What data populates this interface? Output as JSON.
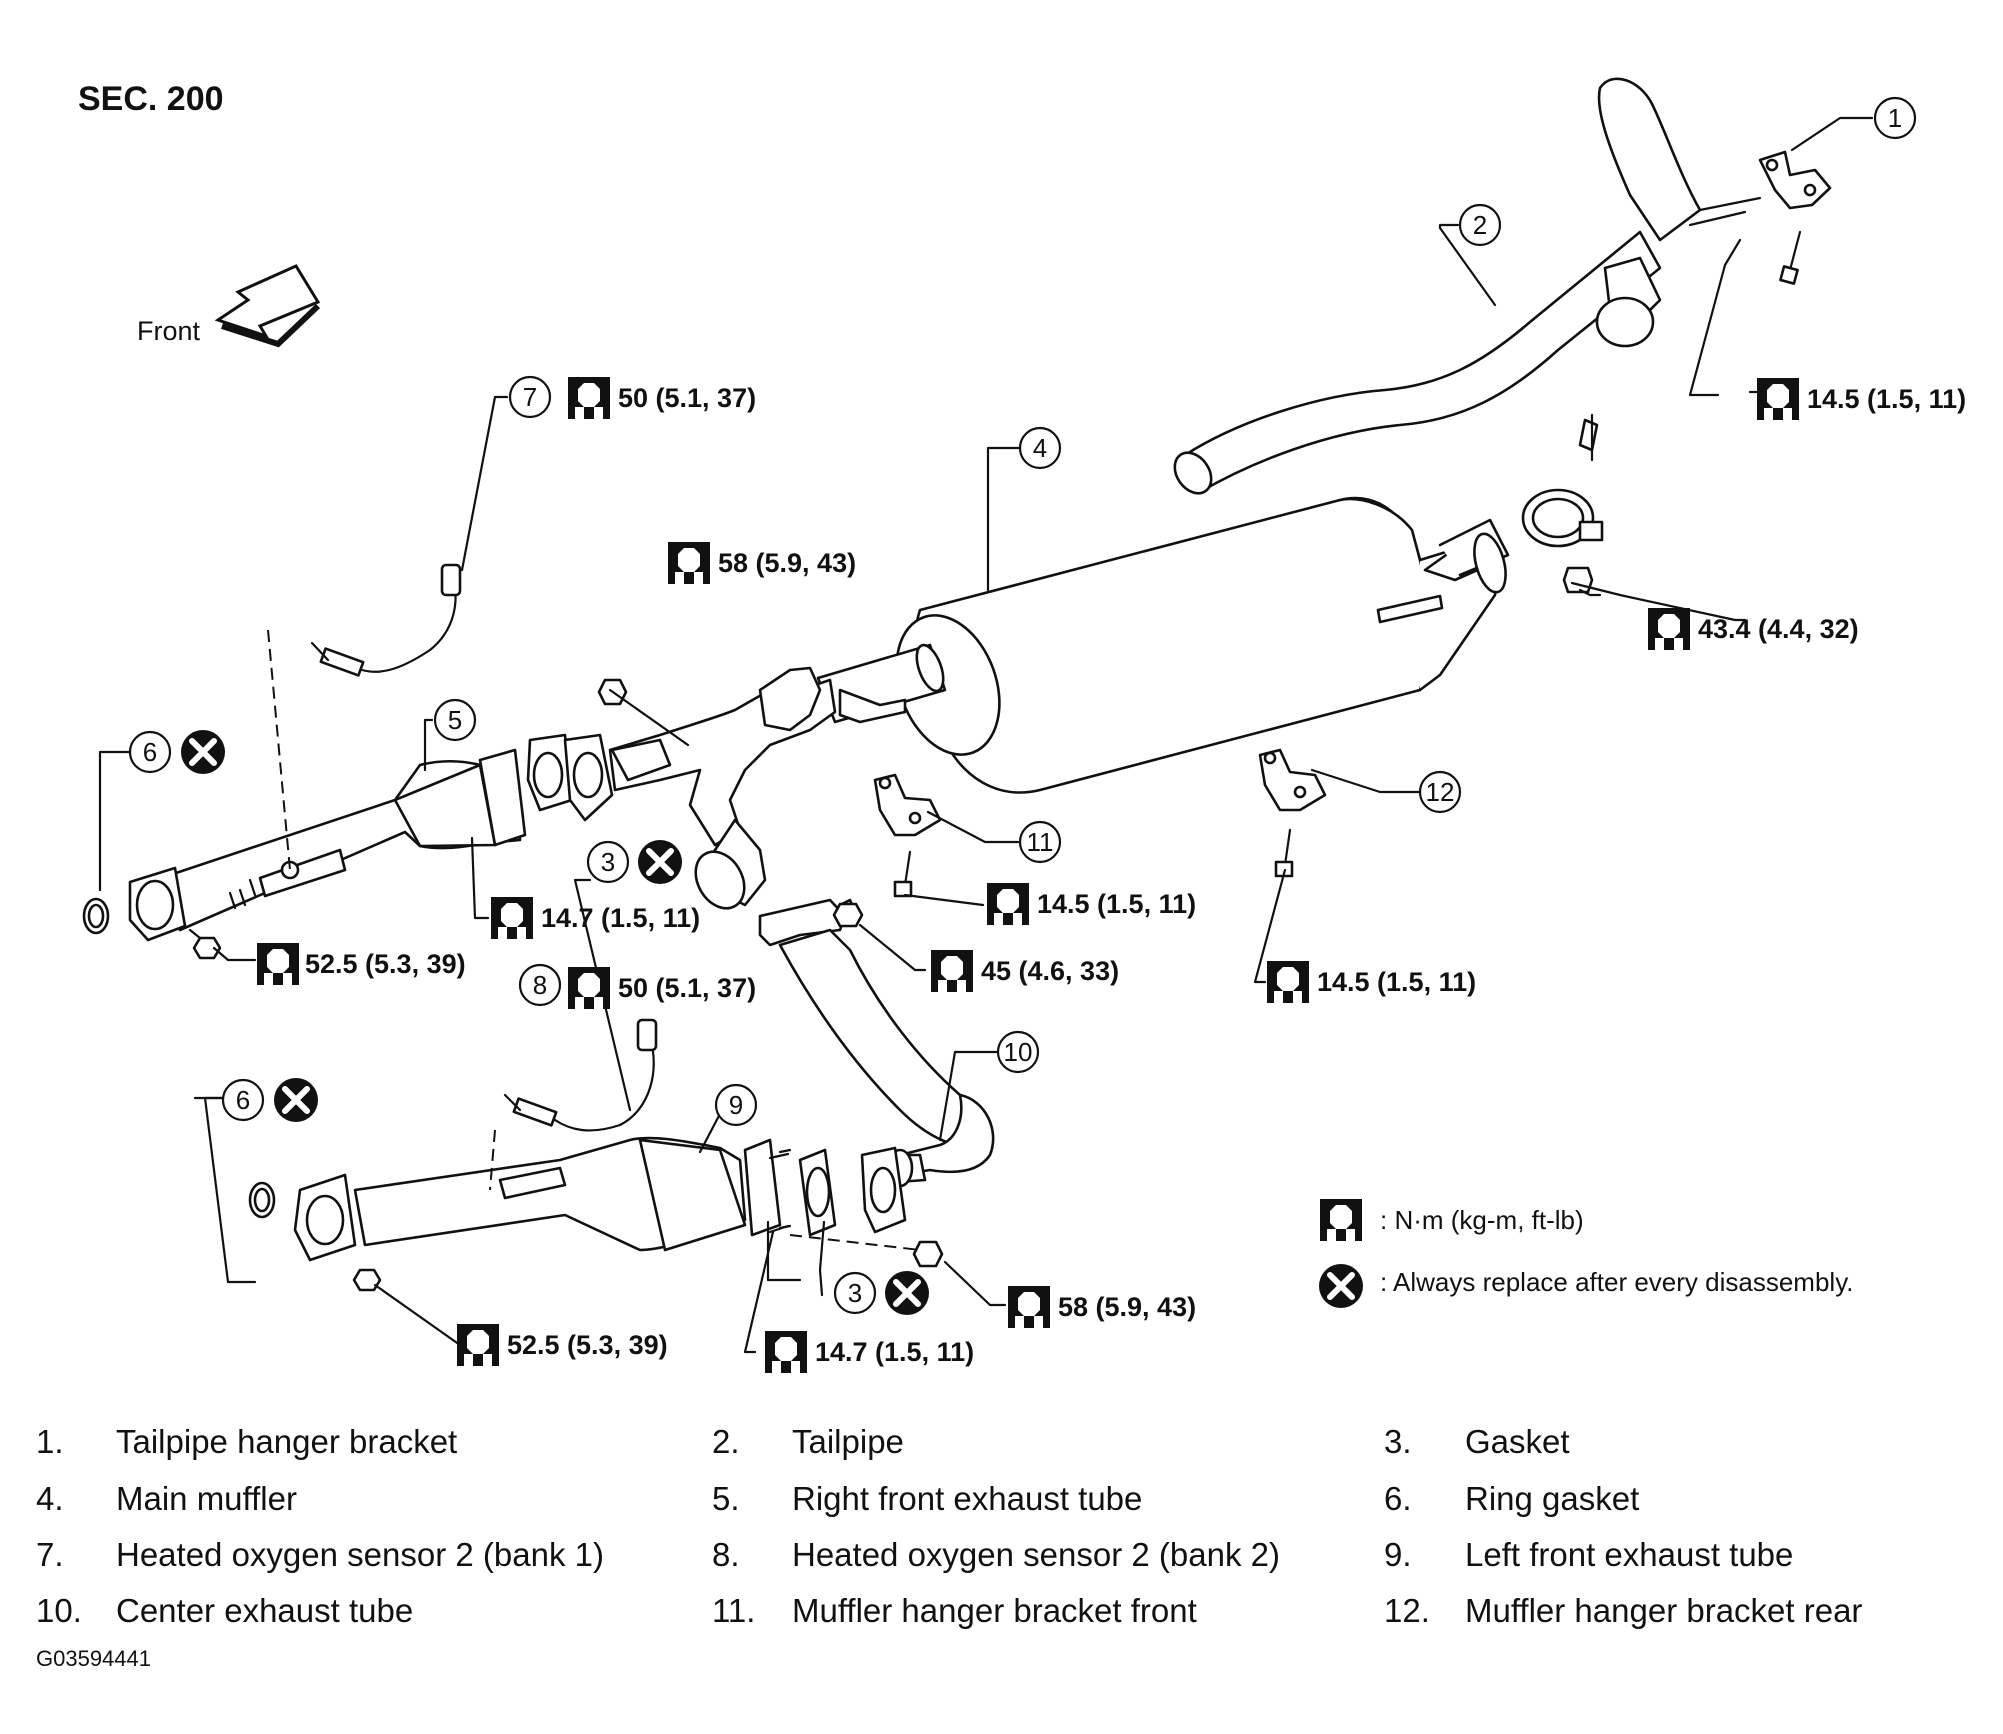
{
  "section_title": "SEC. 200",
  "front_label": "Front",
  "callouts": {
    "c1": "1",
    "c2": "2",
    "c3a": "3",
    "c3b": "3",
    "c4": "4",
    "c5": "5",
    "c6a": "6",
    "c6b": "6",
    "c7": "7",
    "c8": "8",
    "c9": "9",
    "c10": "10",
    "c11": "11",
    "c12": "12"
  },
  "torques": {
    "t_sensor1": "50 (5.1, 37)",
    "t_nut_right": "58 (5.9, 43)",
    "t_tailpipe_bolt": "14.5 (1.5, 11)",
    "t_clamp_nut": "43.4 (4.4, 32)",
    "t_flange_right": "14.7 (1.5, 11)",
    "t_manifold_right": "52.5 (5.3, 39)",
    "t_hanger_front": "14.5 (1.5, 11)",
    "t_center_nut": "45 (4.6, 33)",
    "t_hanger_rear": "14.5 (1.5, 11)",
    "t_sensor2": "50 (5.1, 37)",
    "t_manifold_left": "52.5 (5.3, 39)",
    "t_flange_left": "14.7 (1.5, 11)",
    "t_nut_left": "58 (5.9, 43)"
  },
  "legend": {
    "torque_units": ": N·m (kg-m, ft-lb)",
    "replace_note": ": Always replace after every disassembly."
  },
  "parts_list": [
    {
      "num": "1.",
      "name": "Tailpipe hanger bracket"
    },
    {
      "num": "2.",
      "name": "Tailpipe"
    },
    {
      "num": "3.",
      "name": "Gasket"
    },
    {
      "num": "4.",
      "name": "Main muffler"
    },
    {
      "num": "5.",
      "name": "Right front exhaust tube"
    },
    {
      "num": "6.",
      "name": "Ring gasket"
    },
    {
      "num": "7.",
      "name": "Heated oxygen sensor 2 (bank 1)"
    },
    {
      "num": "8.",
      "name": "Heated oxygen sensor 2 (bank 2)"
    },
    {
      "num": "9.",
      "name": "Left front exhaust tube"
    },
    {
      "num": "10.",
      "name": "Center exhaust tube"
    },
    {
      "num": "11.",
      "name": "Muffler hanger bracket front"
    },
    {
      "num": "12.",
      "name": "Muffler hanger bracket rear"
    }
  ],
  "figure_code": "G03594441",
  "icons": {
    "torque": "torque-wrench-icon",
    "replace": "replace-x-icon",
    "front_arrow": "front-arrow-icon"
  }
}
